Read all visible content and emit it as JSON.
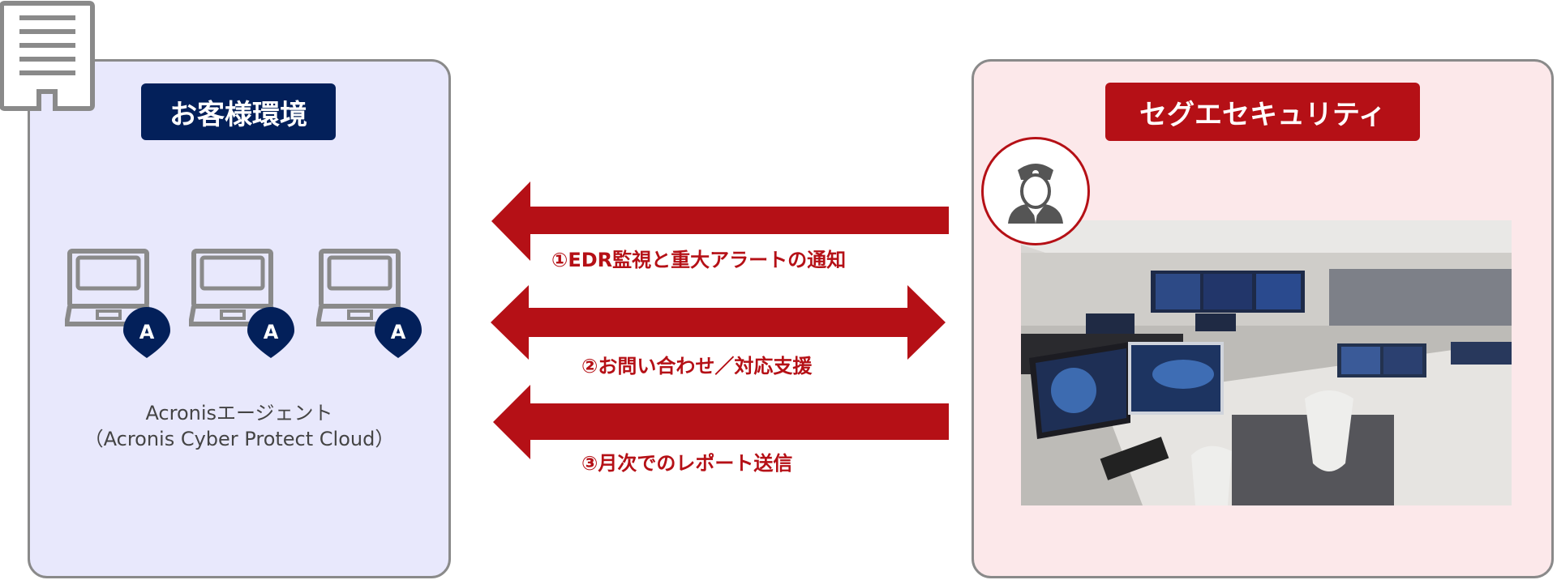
{
  "customer": {
    "title": "お客様環境",
    "agent_label": "Acronisエージェント",
    "agent_product": "（Acronis Cyber Protect Cloud）",
    "laptop_count": 3,
    "pin_letter": "A"
  },
  "provider": {
    "title": "セグエセキュリティ"
  },
  "flows": [
    {
      "label": "①EDR監視と重大アラートの通知",
      "direction": "to-customer"
    },
    {
      "label": "②お問い合わせ／対応支援",
      "direction": "both"
    },
    {
      "label": "③月次でのレポート送信",
      "direction": "to-customer"
    }
  ],
  "colors": {
    "navy": "#03205a",
    "red": "#b51016",
    "left_bg": "#e8e8fc",
    "right_bg": "#fce8ea",
    "gray": "#8a8a8a"
  }
}
